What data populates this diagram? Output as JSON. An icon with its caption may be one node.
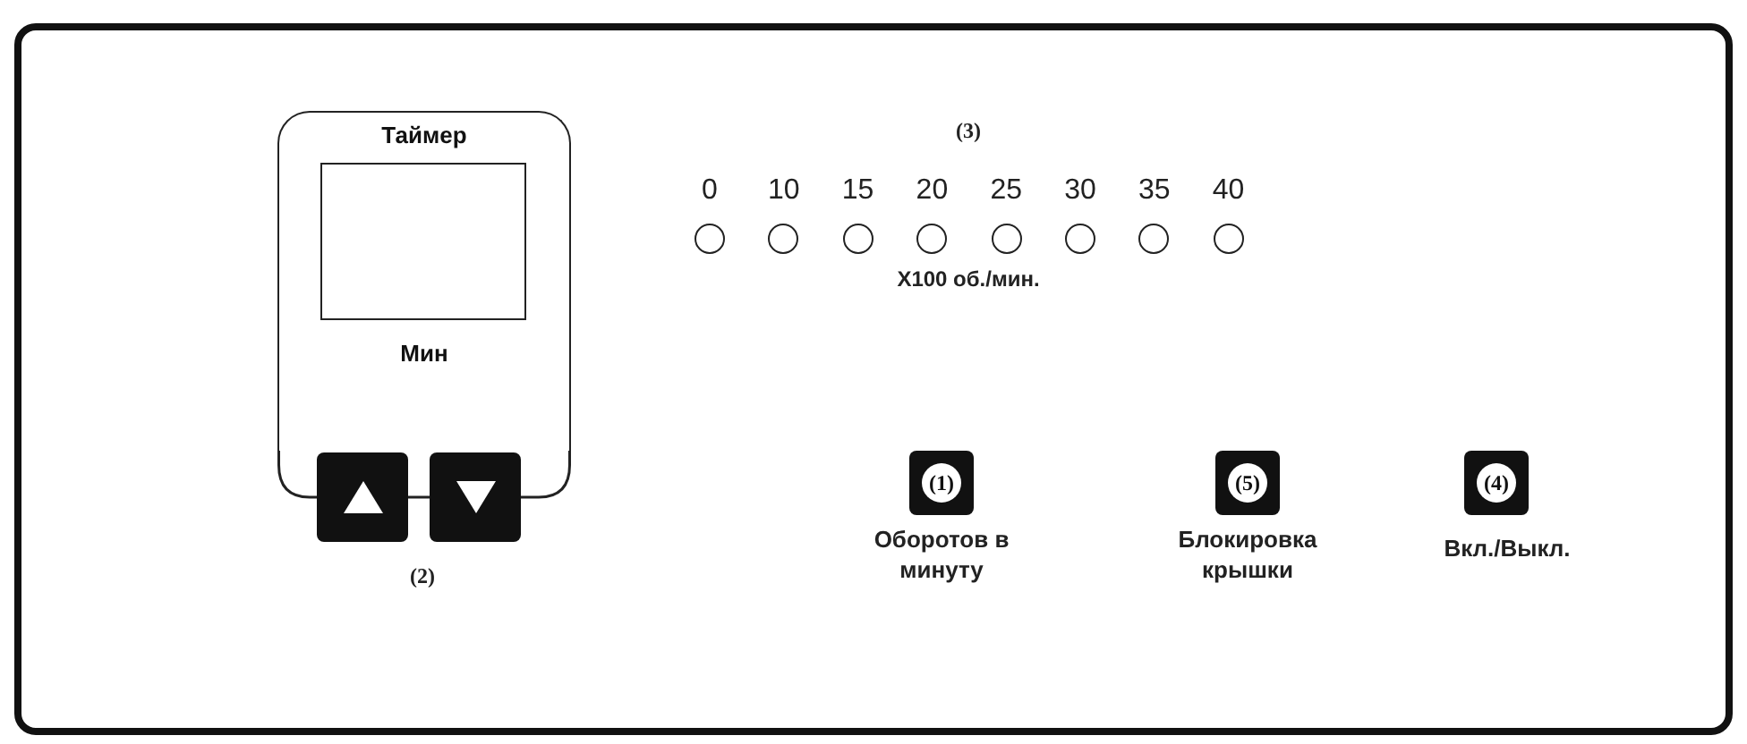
{
  "diagram": {
    "nodes": [
      {
        "text": [
          "Таймер",
          "Мин"
        ]
      },
      {
        "text": [],
        "shape": "box",
        "in": 0
      },
      {
        "text": [],
        "shape": "box"
      },
      {
        "text": [],
        "shape": "box"
      },
      {
        "text": [],
        "shape": "circle"
      },
      {
        "text": [],
        "shape": "circle"
      },
      {
        "text": [],
        "shape": "circle"
      },
      {
        "text": [],
        "shape": "circle"
      },
      {
        "text": [],
        "shape": "circle"
      },
      {
        "text": [],
        "shape": "circle"
      },
      {
        "text": [],
        "shape": "circle"
      },
      {
        "text": [],
        "shape": "circle"
      },
      {
        "text": [
          "(1)"
        ],
        "beside": [
          "Оборотов в минуту"
        ]
      },
      {
        "text": [
          "(5)"
        ],
        "beside": [
          "Блокировка крышки"
        ]
      },
      {
        "text": [
          "(4)"
        ],
        "beside": [
          "Вкл./Выкл."
        ]
      }
    ],
    "labels": [
      "(3)",
      "0",
      "10",
      "15",
      "20",
      "25",
      "30",
      "35",
      "40",
      "X100 об./мин.",
      "(2)"
    ]
  }
}
